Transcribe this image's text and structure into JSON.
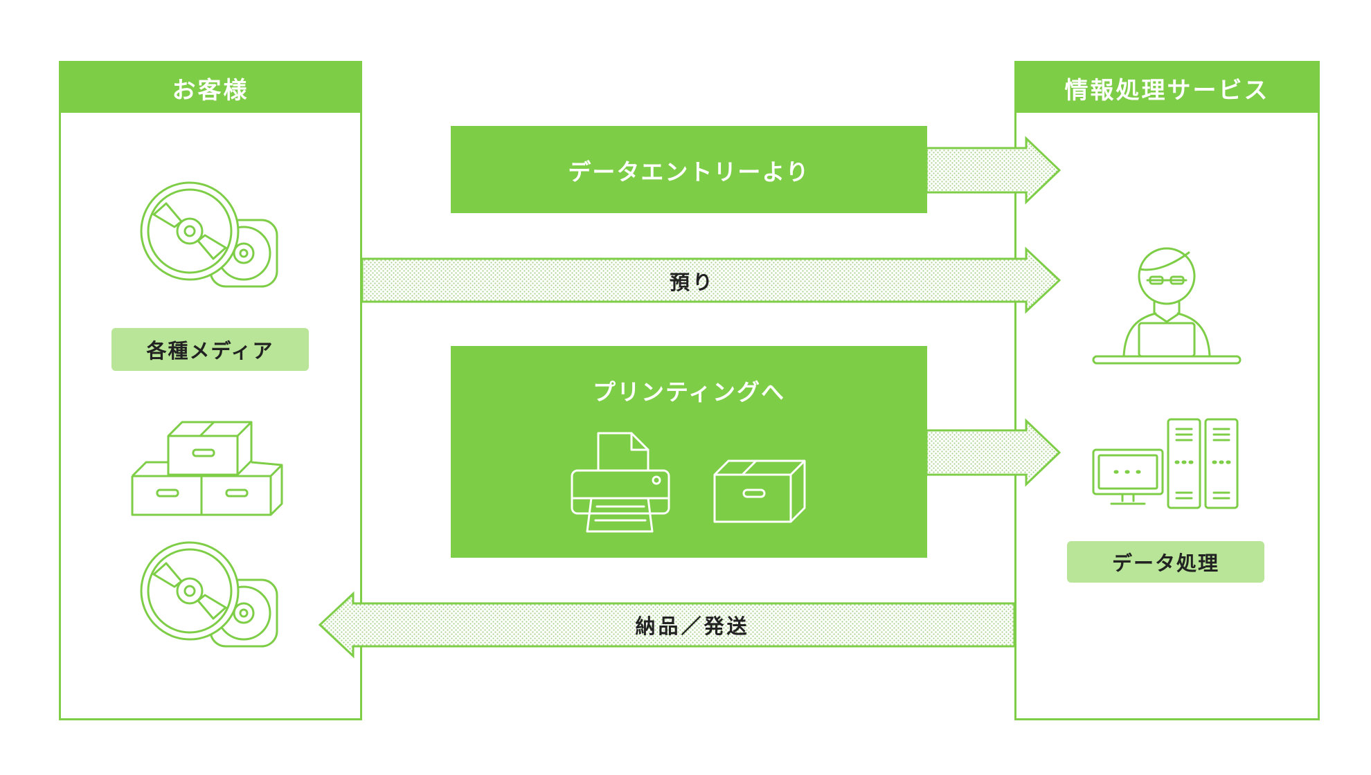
{
  "customer": {
    "title": "お客様",
    "media_label": "各種メディア"
  },
  "service": {
    "title": "情報処理サービス",
    "data_label": "データ処理"
  },
  "flows": {
    "data_entry": "データエントリーより",
    "deposit": "預り",
    "printing": "プリンティングへ",
    "delivery": "納品／発送"
  },
  "colors": {
    "accent": "#7dcd46",
    "light": "#b8e597",
    "dots": "#a6d389"
  }
}
